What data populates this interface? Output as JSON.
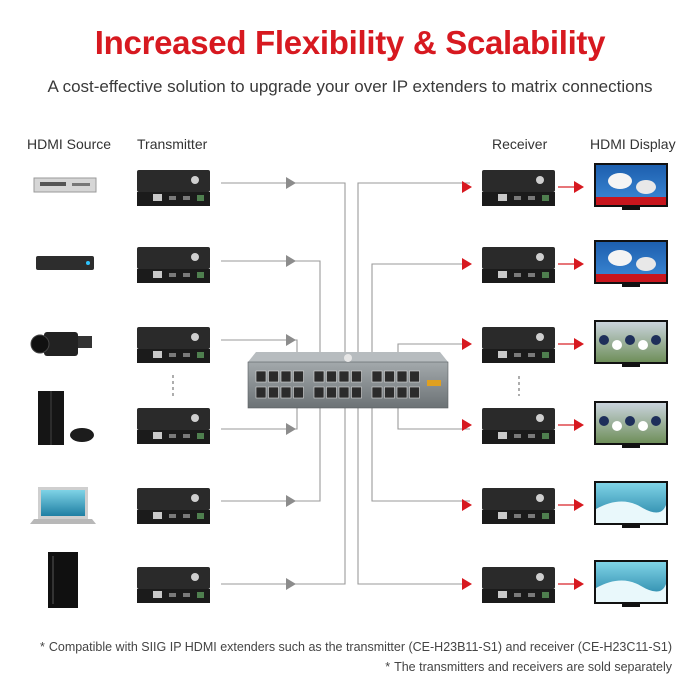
{
  "title": "Increased Flexibility & Scalability",
  "subtitle": "A cost-effective solution to upgrade your over IP extenders to matrix connections",
  "columns": {
    "source": "HDMI Source",
    "transmitter": "Transmitter",
    "receiver": "Receiver",
    "display": "HDMI Display"
  },
  "sources": [
    {
      "icon": "dvd-player-icon"
    },
    {
      "icon": "set-top-box-icon"
    },
    {
      "icon": "camcorder-icon"
    },
    {
      "icon": "game-console-icon"
    },
    {
      "icon": "laptop-icon"
    },
    {
      "icon": "desktop-tower-icon"
    }
  ],
  "displays": [
    {
      "icon": "tv-weather-map-icon"
    },
    {
      "icon": "tv-weather-map-icon"
    },
    {
      "icon": "tv-football-icon"
    },
    {
      "icon": "tv-football-icon"
    },
    {
      "icon": "tv-surfing-icon"
    },
    {
      "icon": "tv-surfing-icon"
    }
  ],
  "switch": {
    "icon": "network-switch-icon",
    "ports": 24
  },
  "colors": {
    "accent": "#d71920",
    "tx_arrow": "#8c8c8c",
    "line": "#9a9a9a",
    "device_body": "#1b1b1b",
    "switch_body": "#7d8386"
  },
  "notes": [
    {
      "symbol": "*",
      "text": "Compatible with SIIG IP HDMI extenders such as the transmitter (CE-H23B11-S1) and receiver (CE-H23C11-S1)"
    },
    {
      "symbol": "*",
      "text": "The transmitters and receivers are sold separately"
    }
  ]
}
